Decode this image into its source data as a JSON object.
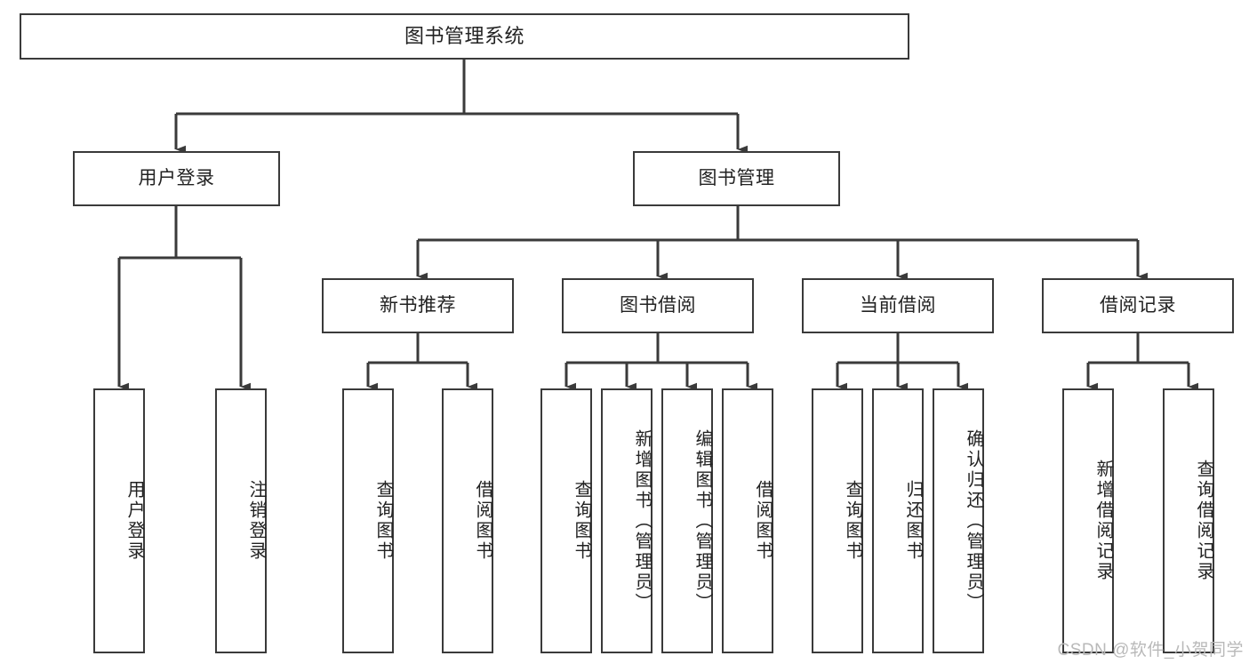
{
  "diagram": {
    "title": "图书管理系统",
    "type": "functional-structure-tree",
    "stroke_color": "#3a3a3a",
    "background_color": "#ffffff",
    "watermark": "CSDN @软件_小贺同学"
  },
  "root": {
    "label": "图书管理系统"
  },
  "level2": [
    {
      "label": "用户登录"
    },
    {
      "label": "图书管理"
    }
  ],
  "level3": [
    {
      "label": "新书推荐"
    },
    {
      "label": "图书借阅"
    },
    {
      "label": "当前借阅"
    },
    {
      "label": "借阅记录"
    }
  ],
  "leaves": {
    "user_login": [
      {
        "label": "用户登录"
      },
      {
        "label": "注销登录"
      }
    ],
    "new_book_recommend": [
      {
        "label": "查询图书"
      },
      {
        "label": "借阅图书"
      }
    ],
    "book_borrow": [
      {
        "label": "查询图书"
      },
      {
        "label": "新增图书（管理员）"
      },
      {
        "label": "编辑图书（管理员）"
      },
      {
        "label": "借阅图书"
      }
    ],
    "current_borrow": [
      {
        "label": "查询图书"
      },
      {
        "label": "归还图书"
      },
      {
        "label": "确认归还（管理员）"
      }
    ],
    "borrow_record": [
      {
        "label": "新增借阅记录"
      },
      {
        "label": "查询借阅记录"
      }
    ]
  }
}
